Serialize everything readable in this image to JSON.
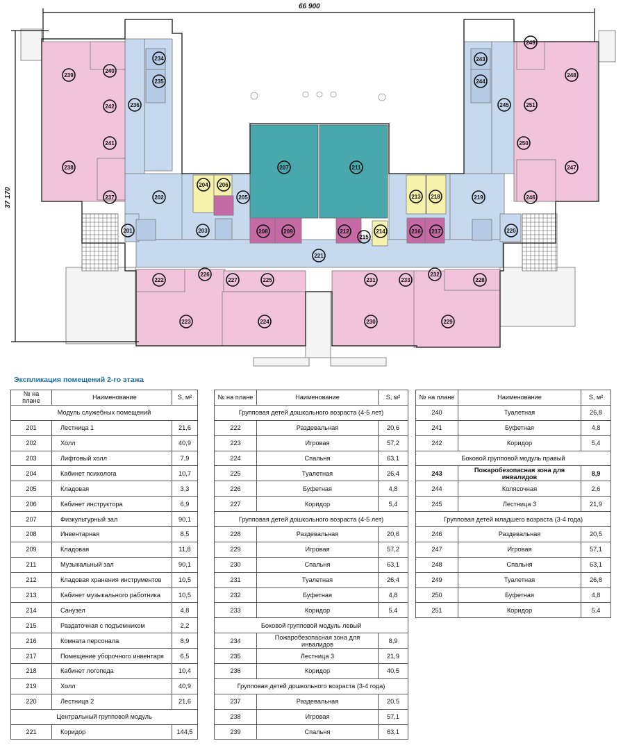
{
  "plan": {
    "dimensions": {
      "width": "66 900",
      "height": "37 170"
    },
    "colors": {
      "pink": "#f2c4dc",
      "blue": "#c7d9ee",
      "teal": "#49a8ab",
      "yellow": "#f6f2ad",
      "magenta": "#c56aa5",
      "outline": "#555555"
    },
    "room_numbers": [
      "201",
      "202",
      "203",
      "204",
      "205",
      "206",
      "207",
      "208",
      "209",
      "211",
      "212",
      "213",
      "214",
      "215",
      "216",
      "217",
      "218",
      "219",
      "220",
      "221",
      "222",
      "223",
      "224",
      "225",
      "226",
      "227",
      "228",
      "229",
      "230",
      "231",
      "232",
      "233",
      "234",
      "235",
      "236",
      "237",
      "238",
      "239",
      "240",
      "241",
      "242",
      "243",
      "244",
      "245",
      "246",
      "247",
      "248",
      "249",
      "250",
      "251"
    ]
  },
  "title": "Экспликация помещений 2-го этажа",
  "headers": {
    "no": "№ на плане",
    "name": "Наименование",
    "area": "S, м²"
  },
  "table1": [
    {
      "section": "Модуль служебных помещений"
    },
    {
      "no": "201",
      "name": "Лестница 1",
      "area": "21,6"
    },
    {
      "no": "202",
      "name": "Холл",
      "area": "40,9"
    },
    {
      "no": "203",
      "name": "Лифтовый холл",
      "area": "7,9"
    },
    {
      "no": "204",
      "name": "Кабинет психолога",
      "area": "10,7"
    },
    {
      "no": "205",
      "name": "Кладовая",
      "area": "3,3"
    },
    {
      "no": "206",
      "name": "Кабинет инструктора",
      "area": "6,9"
    },
    {
      "no": "207",
      "name": "Физкультурный зал",
      "area": "90,1"
    },
    {
      "no": "208",
      "name": "Инвентарная",
      "area": "8,5"
    },
    {
      "no": "209",
      "name": "Кладовая",
      "area": "11,8"
    },
    {
      "no": "211",
      "name": "Музыкальный зал",
      "area": "90,1"
    },
    {
      "no": "212",
      "name": "Кладовая хранения инструментов",
      "area": "10,5"
    },
    {
      "no": "213",
      "name": "Кабинет музыкального работника",
      "area": "10,5"
    },
    {
      "no": "214",
      "name": "Санузел",
      "area": "4,8"
    },
    {
      "no": "215",
      "name": "Раздаточная с подъемником",
      "area": "2,2"
    },
    {
      "no": "216",
      "name": "Комната персонала",
      "area": "8,9"
    },
    {
      "no": "217",
      "name": "Помещение уборочного инвентаря",
      "area": "6,5"
    },
    {
      "no": "218",
      "name": "Кабинет логопеда",
      "area": "10,4"
    },
    {
      "no": "219",
      "name": "Холл",
      "area": "40,9"
    },
    {
      "no": "220",
      "name": "Лестница 2",
      "area": "21,6"
    },
    {
      "section": "Центральный групповой модуль"
    },
    {
      "no": "221",
      "name": "Коридор",
      "area": "144,5"
    }
  ],
  "table2": [
    {
      "section": "Групповая детей дошкольного возраста (4-5 лет)"
    },
    {
      "no": "222",
      "name": "Раздевальная",
      "area": "20,6"
    },
    {
      "no": "223",
      "name": "Игровая",
      "area": "57,2"
    },
    {
      "no": "224",
      "name": "Спальня",
      "area": "63,1"
    },
    {
      "no": "225",
      "name": "Туалетная",
      "area": "26,4"
    },
    {
      "no": "226",
      "name": "Буфетная",
      "area": "4,8"
    },
    {
      "no": "227",
      "name": "Коридор",
      "area": "5,4"
    },
    {
      "section": "Групповая детей дошкольного возраста (4-5 лет)"
    },
    {
      "no": "228",
      "name": "Раздевальная",
      "area": "20,6"
    },
    {
      "no": "229",
      "name": "Игровая",
      "area": "57,2"
    },
    {
      "no": "230",
      "name": "Спальня",
      "area": "63,1"
    },
    {
      "no": "231",
      "name": "Туалетная",
      "area": "26,4"
    },
    {
      "no": "232",
      "name": "Буфетная",
      "area": "4,8"
    },
    {
      "no": "233",
      "name": "Коридор",
      "area": "5,4"
    },
    {
      "section": "Боковой групповой модуль левый"
    },
    {
      "no": "234",
      "name": "Пожаробезопасная зона для инвалидов",
      "area": "8,9"
    },
    {
      "no": "235",
      "name": "Лестница 3",
      "area": "21,9"
    },
    {
      "no": "236",
      "name": "Коридор",
      "area": "40,5"
    },
    {
      "section": "Групповая детей дошкольного возраста (3-4 года)"
    },
    {
      "no": "237",
      "name": "Раздевальная",
      "area": "20,5"
    },
    {
      "no": "238",
      "name": "Игровая",
      "area": "57,1"
    },
    {
      "no": "239",
      "name": "Спальня",
      "area": "63,1"
    }
  ],
  "table3": [
    {
      "no": "240",
      "name": "Туалетная",
      "area": "26,8"
    },
    {
      "no": "241",
      "name": "Буфетная",
      "area": "4,8"
    },
    {
      "no": "242",
      "name": "Коридор",
      "area": "5,4"
    },
    {
      "section": "Боковой групповой модуль правый"
    },
    {
      "no": "243",
      "name": "Пожаробезопасная зона для инвалидов",
      "area": "8,9",
      "bold": true
    },
    {
      "no": "244",
      "name": "Колясочная",
      "area": "2,6"
    },
    {
      "no": "245",
      "name": "Лестница 3",
      "area": "21,9"
    },
    {
      "section": "Групповая детей младшего возраста (3-4 года)"
    },
    {
      "no": "246",
      "name": "Раздевальная",
      "area": "20,5"
    },
    {
      "no": "247",
      "name": "Игровая",
      "area": "57,1"
    },
    {
      "no": "248",
      "name": "Спальня",
      "area": "63,1"
    },
    {
      "no": "249",
      "name": "Туалетная",
      "area": "26,8"
    },
    {
      "no": "250",
      "name": "Буфетная",
      "area": "4,8"
    },
    {
      "no": "251",
      "name": "Коридор",
      "area": "5,4"
    }
  ]
}
